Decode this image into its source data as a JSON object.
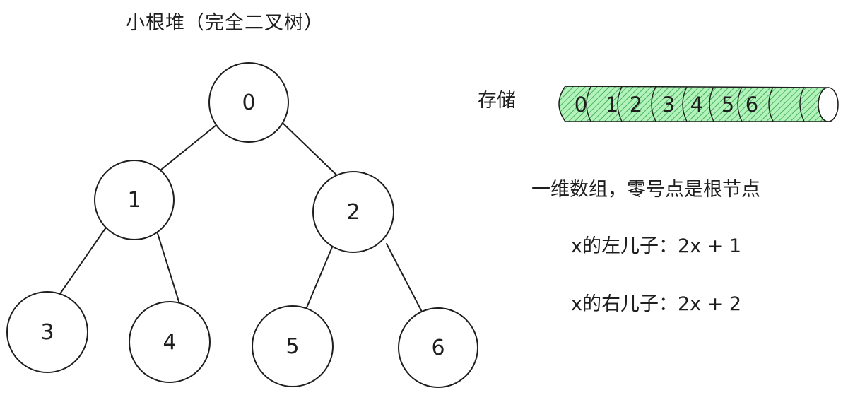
{
  "title": "小根堆（完全二叉树）",
  "storage_label": "存储",
  "tree": {
    "nodes": [
      {
        "label": "0"
      },
      {
        "label": "1"
      },
      {
        "label": "2"
      },
      {
        "label": "3"
      },
      {
        "label": "4"
      },
      {
        "label": "5"
      },
      {
        "label": "6"
      }
    ]
  },
  "array": {
    "cells": [
      "0",
      "1",
      "2",
      "3",
      "4",
      "5",
      "6",
      "",
      ""
    ],
    "fill_color": "#2f9e44",
    "stroke_color": "#1e1e1e"
  },
  "notes": {
    "line1": "一维数组，零号点是根节点",
    "line2": "x的左儿子：2x + 1",
    "line3": "x的右儿子：2x + 2"
  }
}
